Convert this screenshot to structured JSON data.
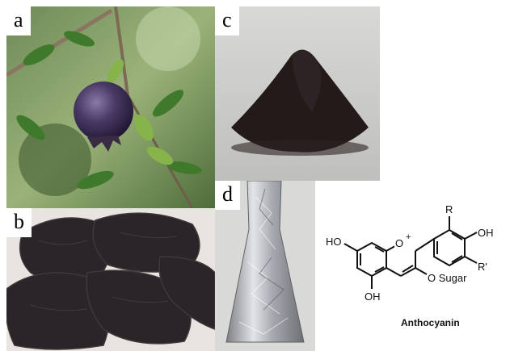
{
  "panels": {
    "a": {
      "label": "a",
      "image": "purple-fruit-on-branch"
    },
    "b": {
      "label": "b",
      "image": "dried-dark-fruit-peels"
    },
    "c": {
      "label": "c",
      "image": "dark-powder-pile"
    },
    "d": {
      "label": "d",
      "image": "foil-wrapped-flask"
    }
  },
  "structure": {
    "atoms": {
      "ho_left": "HO",
      "o_plus": "O",
      "charge": "+",
      "r_top": "R",
      "oh_right": "OH",
      "r_prime": "R'",
      "o_sugar": "O Sugar",
      "oh_bottom": "OH"
    },
    "name": "Anthocyanin"
  }
}
